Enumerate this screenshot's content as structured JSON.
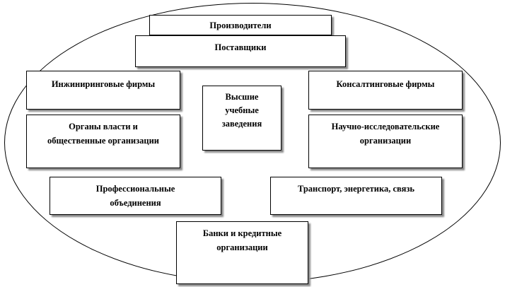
{
  "diagram": {
    "nodes": {
      "producers": {
        "lines": [
          "Производители"
        ]
      },
      "suppliers": {
        "lines": [
          "Поставщики"
        ]
      },
      "engineering": {
        "lines": [
          "Инжиниринговые фирмы"
        ]
      },
      "higher_education": {
        "lines": [
          "Высшие",
          "учебные",
          "заведения"
        ]
      },
      "consulting": {
        "lines": [
          "Консалтинговые фирмы"
        ]
      },
      "authorities": {
        "lines": [
          "Органы власти и",
          "общественные организации"
        ]
      },
      "research": {
        "lines": [
          "Научно-исследовательские",
          "организации"
        ]
      },
      "professional": {
        "lines": [
          "Профессиональные",
          "объединения"
        ]
      },
      "transport": {
        "lines": [
          "Транспорт, энергетика, связь"
        ]
      },
      "banks": {
        "lines": [
          "Банки и кредитные",
          "организации"
        ]
      }
    }
  }
}
